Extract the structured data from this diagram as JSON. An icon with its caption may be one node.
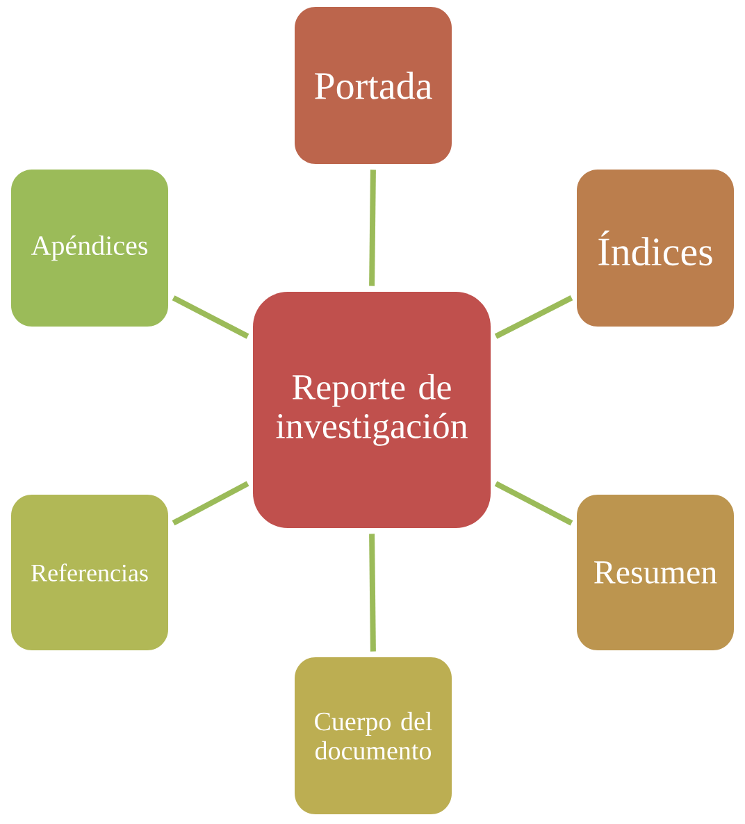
{
  "diagram": {
    "nodes": [
      {
        "text": [
          "Portada"
        ]
      },
      {
        "text": [
          "Apéndices"
        ]
      },
      {
        "text": [
          "Índices"
        ]
      },
      {
        "text": [
          "Reporte de investigación"
        ]
      },
      {
        "text": [
          "Referencias"
        ]
      },
      {
        "text": [
          "Resumen"
        ]
      },
      {
        "text": [
          "Cuerpo del documento"
        ]
      }
    ],
    "edges": [
      {
        "from": 3,
        "to": 0,
        "arrow": "none"
      },
      {
        "from": 3,
        "to": 2,
        "arrow": "none"
      },
      {
        "from": 3,
        "to": 5,
        "arrow": "none"
      },
      {
        "from": 3,
        "to": 6,
        "arrow": "none"
      },
      {
        "from": 3,
        "to": 4,
        "arrow": "none"
      },
      {
        "from": 3,
        "to": 1,
        "arrow": "none"
      }
    ]
  }
}
